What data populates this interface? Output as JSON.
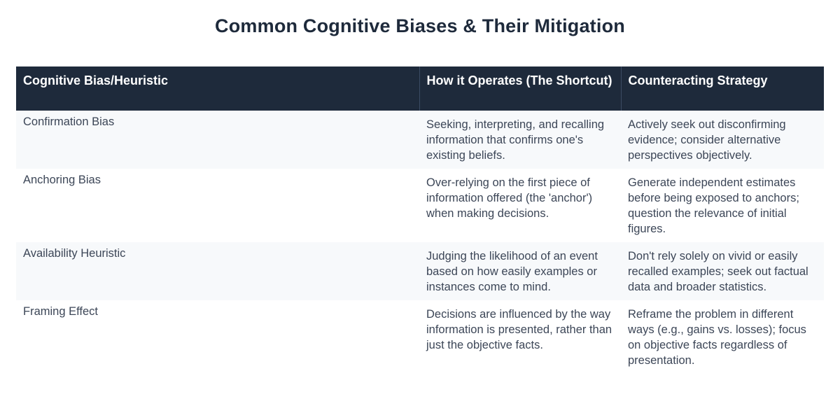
{
  "page": {
    "title": "Common Cognitive Biases & Their Mitigation"
  },
  "table": {
    "headers": [
      "Cognitive Bias/Heuristic",
      "How it Operates (The Shortcut)",
      "Counteracting Strategy"
    ],
    "rows": [
      {
        "bias": "Confirmation Bias",
        "operation": "Seeking, interpreting, and recalling information that confirms one's existing beliefs.",
        "strategy": "Actively seek out disconfirming evidence; consider alternative perspectives objectively."
      },
      {
        "bias": "Anchoring Bias",
        "operation": "Over-relying on the first piece of information offered (the 'anchor') when making decisions.",
        "strategy": "Generate independent estimates before being exposed to anchors; question the relevance of initial figures."
      },
      {
        "bias": "Availability Heuristic",
        "operation": "Judging the likelihood of an event based on how easily examples or instances come to mind.",
        "strategy": "Don't rely solely on vivid or easily recalled examples; seek out factual data and broader statistics."
      },
      {
        "bias": "Framing Effect",
        "operation": "Decisions are influenced by the way information is presented, rather than just the objective facts.",
        "strategy": "Reframe the problem in different ways (e.g., gains vs. losses); focus on objective facts regardless of presentation."
      }
    ]
  },
  "colors": {
    "header_bg": "#1e2a3b",
    "header_text": "#ffffff",
    "row_alt_bg": "#f7f9fb",
    "body_text": "#3c4657"
  }
}
